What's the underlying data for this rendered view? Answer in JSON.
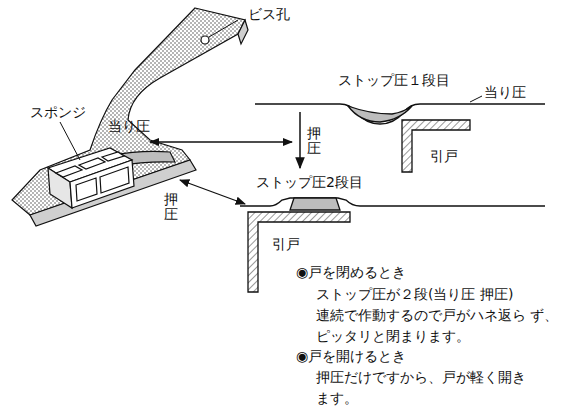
{
  "diagram": {
    "labels": [
      "ビス孔",
      "スポンジ",
      "当り圧",
      "ストップ圧１段目",
      "当り圧",
      "引戸",
      "押圧",
      "ストップ圧2段目",
      "押圧",
      "引戸",
      "◉戸を閉めるとき",
      "ストップ圧が２段(当り圧 押圧) 連続で作動するので戸がハネ返ら ず、ピッタリと閉まります。",
      "◉戸を開けるとき",
      "押圧だけですから、戸が軽く開き ます。"
    ]
  }
}
